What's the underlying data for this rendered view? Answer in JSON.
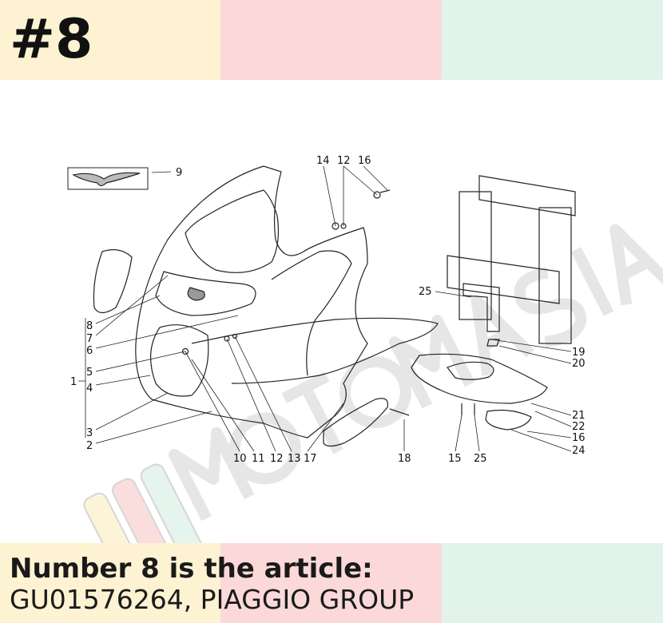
{
  "header": {
    "part_number": "#8"
  },
  "diagram": {
    "callouts": [
      "1",
      "2",
      "3",
      "4",
      "5",
      "6",
      "7",
      "8",
      "9",
      "10",
      "11",
      "12",
      "13",
      "14",
      "12",
      "16",
      "17",
      "18",
      "15",
      "25",
      "25",
      "19",
      "20",
      "21",
      "22",
      "16",
      "24"
    ]
  },
  "footer": {
    "heading": "Number 8 is the article:",
    "article": "GU01576264, PIAGGIO GROUP"
  },
  "colors": {
    "yellow": "#fdf3d2",
    "pink": "#fbd9d9",
    "mint": "#e2f3ec"
  }
}
